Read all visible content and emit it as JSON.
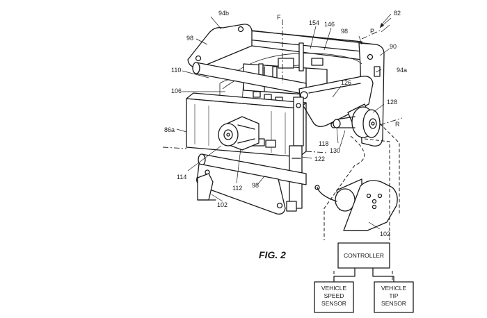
{
  "figure_label": "FIG. 2",
  "reference_numerals": {
    "r82": "82",
    "r90": "90",
    "r94a": "94a",
    "r94b": "94b",
    "r98a": "98",
    "r98b": "98",
    "r98c": "98",
    "r154": "154",
    "r146": "146",
    "r110": "110",
    "r106": "106",
    "r126": "126",
    "r128": "128",
    "r86a": "86a",
    "r118": "118",
    "r130": "130",
    "r114": "114",
    "r112": "112",
    "r122": "122",
    "r102a": "102",
    "r102b": "102"
  },
  "axis_letters": {
    "f": "F",
    "p": "P",
    "r": "R"
  },
  "controller": {
    "label": "CONTROLLER"
  },
  "sensors": [
    {
      "line1": "VEHICLE",
      "line2": "SPEED",
      "line3": "SENSOR"
    },
    {
      "line1": "VEHICLE",
      "line2": "TIP",
      "line3": "SENSOR"
    }
  ]
}
